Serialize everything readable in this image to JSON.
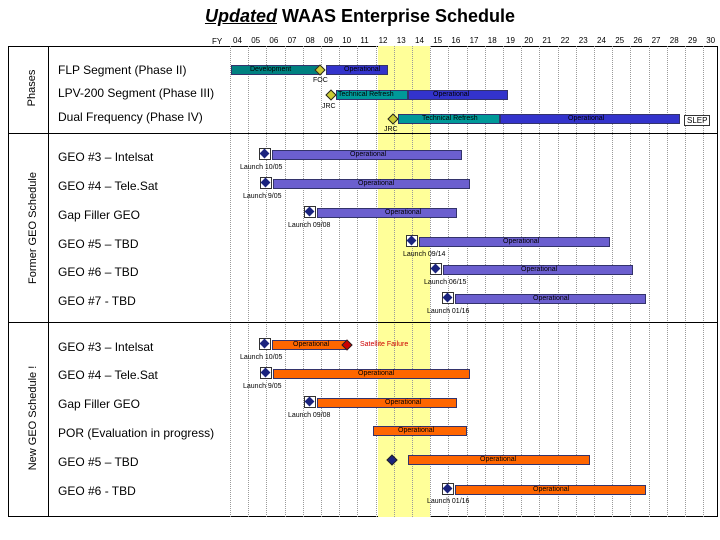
{
  "title": {
    "emphasis": "Updated",
    "rest": " WAAS Enterprise Schedule"
  },
  "fy_label": "FY",
  "years": [
    "04",
    "05",
    "06",
    "07",
    "08",
    "09",
    "10",
    "11",
    "12",
    "13",
    "14",
    "15",
    "16",
    "17",
    "18",
    "19",
    "20",
    "21",
    "22",
    "23",
    "24",
    "25",
    "26",
    "27",
    "28",
    "29",
    "30"
  ],
  "sections": {
    "phases": "Phases",
    "former": "Former GEO Schedule",
    "new": "New GEO Schedule !"
  },
  "rows": {
    "flp": "FLP Segment (Phase II)",
    "lpv": "LPV-200 Segment (Phase III)",
    "dual": "Dual Frequency (Phase IV)",
    "f_geo3": "GEO #3 – Intelsat",
    "f_geo4": "GEO #4 – Tele.Sat",
    "f_gapfiller": "Gap Filler GEO",
    "f_geo5": "GEO #5 – TBD",
    "f_geo6": "GEO #6 – TBD",
    "f_geo7": "GEO #7 - TBD",
    "n_geo3": "GEO #3 – Intelsat",
    "n_geo4": "GEO #4 – Tele.Sat",
    "n_gapfiller": "Gap Filler GEO",
    "n_por": "POR (Evaluation in progress)",
    "n_geo5": "GEO #5 – TBD",
    "n_geo6": "GEO #6 - TBD"
  },
  "bar_labels": {
    "development": "Development",
    "operational": "Operational",
    "tech_refresh": "Technical Refresh",
    "satellite_failure": "Satellite Failure",
    "slep": "SLEP"
  },
  "milestones": {
    "foc": "FOC",
    "jrc": "JRC",
    "launch_10_05": "Launch 10/05",
    "launch_9_05": "Launch 9/05",
    "launch_09_08": "Launch 09/08",
    "launch_09_14": "Launch 09/14",
    "launch_06_15": "Launch 06/15",
    "launch_01_16": "Launch 01/16"
  },
  "colors": {
    "development": "#008080",
    "operational_phase": "#3333cc",
    "tech_refresh": "#009999",
    "former_operational": "#6b5fcf",
    "new_operational": "#ff6600",
    "highlight": "#ffff99",
    "milestone_fill": "#1a237e",
    "foc_diamond": "#cccc33",
    "failure_diamond": "#cc0000"
  }
}
